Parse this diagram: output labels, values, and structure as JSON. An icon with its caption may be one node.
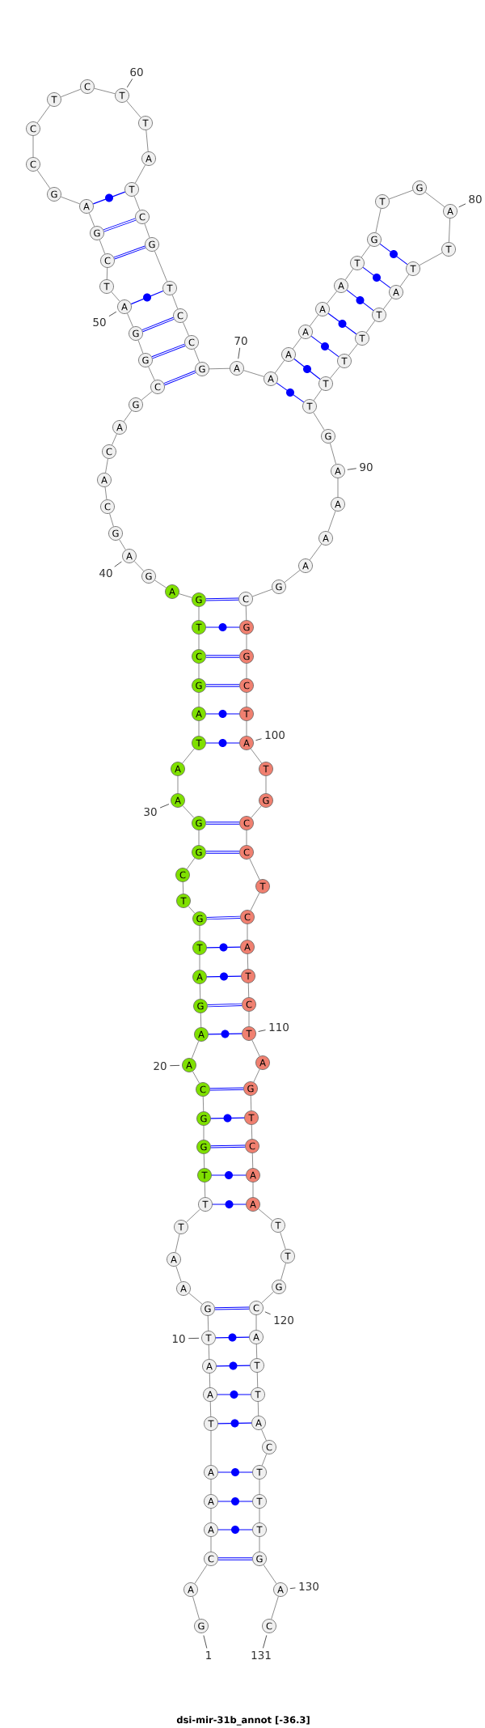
{
  "diagram": {
    "title": "dsi-mir-31b_annot [-36.3]",
    "nodes": [
      {
        "text": [
          "G"
        ]
      },
      {
        "text": [
          "A"
        ]
      },
      {
        "text": [
          "C"
        ]
      },
      {
        "text": [
          "A"
        ]
      },
      {
        "text": [
          "A"
        ]
      },
      {
        "text": [
          "A"
        ]
      },
      {
        "text": [
          "T"
        ]
      },
      {
        "text": [
          "A"
        ]
      },
      {
        "text": [
          "A"
        ]
      },
      {
        "text": [
          "T"
        ]
      },
      {
        "text": [
          "G"
        ]
      },
      {
        "text": [
          "A"
        ]
      },
      {
        "text": [
          "A"
        ]
      },
      {
        "text": [
          "T"
        ]
      },
      {
        "text": [
          "T"
        ]
      },
      {
        "text": [
          "T"
        ]
      },
      {
        "text": [
          "G"
        ]
      },
      {
        "text": [
          "G"
        ]
      },
      {
        "text": [
          "C"
        ]
      },
      {
        "text": [
          "A"
        ]
      },
      {
        "text": [
          "A"
        ]
      },
      {
        "text": [
          "G"
        ]
      },
      {
        "text": [
          "A"
        ]
      },
      {
        "text": [
          "T"
        ]
      },
      {
        "text": [
          "G"
        ]
      },
      {
        "text": [
          "T"
        ]
      },
      {
        "text": [
          "C"
        ]
      },
      {
        "text": [
          "G"
        ]
      },
      {
        "text": [
          "G"
        ]
      },
      {
        "text": [
          "A"
        ]
      },
      {
        "text": [
          "A"
        ]
      },
      {
        "text": [
          "T"
        ]
      },
      {
        "text": [
          "A"
        ]
      },
      {
        "text": [
          "G"
        ]
      },
      {
        "text": [
          "C"
        ]
      },
      {
        "text": [
          "T"
        ]
      },
      {
        "text": [
          "G"
        ]
      },
      {
        "text": [
          "A"
        ]
      },
      {
        "text": [
          "G"
        ]
      },
      {
        "text": [
          "A"
        ]
      },
      {
        "text": [
          "G"
        ]
      },
      {
        "text": [
          "C"
        ]
      },
      {
        "text": [
          "A"
        ]
      },
      {
        "text": [
          "C"
        ]
      },
      {
        "text": [
          "A"
        ]
      },
      {
        "text": [
          "G"
        ]
      },
      {
        "text": [
          "C"
        ]
      },
      {
        "text": [
          "G"
        ]
      },
      {
        "text": [
          "G"
        ]
      },
      {
        "text": [
          "A"
        ]
      },
      {
        "text": [
          "T"
        ]
      },
      {
        "text": [
          "C"
        ]
      },
      {
        "text": [
          "G"
        ]
      },
      {
        "text": [
          "A"
        ]
      },
      {
        "text": [
          "G"
        ]
      },
      {
        "text": [
          "C"
        ]
      },
      {
        "text": [
          "C"
        ]
      },
      {
        "text": [
          "T"
        ]
      },
      {
        "text": [
          "C"
        ]
      },
      {
        "text": [
          "T"
        ]
      },
      {
        "text": [
          "T"
        ]
      },
      {
        "text": [
          "A"
        ]
      },
      {
        "text": [
          "T"
        ]
      },
      {
        "text": [
          "C"
        ]
      },
      {
        "text": [
          "G"
        ]
      },
      {
        "text": [
          "T"
        ]
      },
      {
        "text": [
          "C"
        ]
      },
      {
        "text": [
          "C"
        ]
      },
      {
        "text": [
          "G"
        ]
      },
      {
        "text": [
          "A"
        ]
      },
      {
        "text": [
          "A"
        ]
      },
      {
        "text": [
          "A"
        ]
      },
      {
        "text": [
          "A"
        ]
      },
      {
        "text": [
          "A"
        ]
      },
      {
        "text": [
          "A"
        ]
      },
      {
        "text": [
          "T"
        ]
      },
      {
        "text": [
          "G"
        ]
      },
      {
        "text": [
          "T"
        ]
      },
      {
        "text": [
          "G"
        ]
      },
      {
        "text": [
          "A"
        ]
      },
      {
        "text": [
          "T"
        ]
      },
      {
        "text": [
          "T"
        ]
      },
      {
        "text": [
          "A"
        ]
      },
      {
        "text": [
          "T"
        ]
      },
      {
        "text": [
          "T"
        ]
      },
      {
        "text": [
          "T"
        ]
      },
      {
        "text": [
          "T"
        ]
      },
      {
        "text": [
          "T"
        ]
      },
      {
        "text": [
          "G"
        ]
      },
      {
        "text": [
          "A"
        ]
      },
      {
        "text": [
          "A"
        ]
      },
      {
        "text": [
          "A"
        ]
      },
      {
        "text": [
          "A"
        ]
      },
      {
        "text": [
          "G"
        ]
      },
      {
        "text": [
          "C"
        ]
      },
      {
        "text": [
          "G"
        ]
      },
      {
        "text": [
          "G"
        ]
      },
      {
        "text": [
          "C"
        ]
      },
      {
        "text": [
          "T"
        ]
      },
      {
        "text": [
          "A"
        ]
      },
      {
        "text": [
          "T"
        ]
      },
      {
        "text": [
          "G"
        ]
      },
      {
        "text": [
          "C"
        ]
      },
      {
        "text": [
          "C"
        ]
      },
      {
        "text": [
          "T"
        ]
      },
      {
        "text": [
          "C"
        ]
      },
      {
        "text": [
          "A"
        ]
      },
      {
        "text": [
          "T"
        ]
      },
      {
        "text": [
          "C"
        ]
      },
      {
        "text": [
          "T"
        ]
      },
      {
        "text": [
          "A"
        ]
      },
      {
        "text": [
          "G"
        ]
      },
      {
        "text": [
          "T"
        ]
      },
      {
        "text": [
          "C"
        ]
      },
      {
        "text": [
          "A"
        ]
      },
      {
        "text": [
          "A"
        ]
      },
      {
        "text": [
          "T"
        ]
      },
      {
        "text": [
          "T"
        ]
      },
      {
        "text": [
          "G"
        ]
      },
      {
        "text": [
          "C"
        ]
      },
      {
        "text": [
          "A"
        ]
      },
      {
        "text": [
          "T"
        ]
      },
      {
        "text": [
          "T"
        ]
      },
      {
        "text": [
          "A"
        ]
      },
      {
        "text": [
          "C"
        ]
      },
      {
        "text": [
          "T"
        ]
      },
      {
        "text": [
          "T"
        ]
      },
      {
        "text": [
          "T"
        ]
      },
      {
        "text": [
          "G"
        ]
      },
      {
        "text": [
          "A"
        ]
      },
      {
        "text": [
          "C"
        ]
      },
      {
        "text": [
          "1"
        ]
      },
      {
        "text": [
          "10"
        ]
      },
      {
        "text": [
          "20"
        ]
      },
      {
        "text": [
          "30"
        ]
      },
      {
        "text": [
          "40"
        ]
      },
      {
        "text": [
          "50"
        ]
      },
      {
        "text": [
          "60"
        ]
      },
      {
        "text": [
          "70"
        ]
      },
      {
        "text": [
          "80"
        ]
      },
      {
        "text": [
          "90"
        ]
      },
      {
        "text": [
          "100"
        ]
      },
      {
        "text": [
          "110"
        ]
      },
      {
        "text": [
          "120"
        ]
      },
      {
        "text": [
          "130"
        ]
      },
      {
        "text": [
          "131"
        ]
      }
    ],
    "edges": [
      {
        "from": 0,
        "to": 1,
        "arrow": "none"
      },
      {
        "from": 1,
        "to": 2,
        "arrow": "none"
      },
      {
        "from": 2,
        "to": 3,
        "arrow": "none"
      },
      {
        "from": 3,
        "to": 4,
        "arrow": "none"
      },
      {
        "from": 4,
        "to": 5,
        "arrow": "none"
      },
      {
        "from": 5,
        "to": 6,
        "arrow": "none"
      },
      {
        "from": 6,
        "to": 7,
        "arrow": "none"
      },
      {
        "from": 7,
        "to": 8,
        "arrow": "none"
      },
      {
        "from": 8,
        "to": 9,
        "arrow": "none"
      },
      {
        "from": 9,
        "to": 10,
        "arrow": "none"
      },
      {
        "from": 10,
        "to": 11,
        "arrow": "none"
      },
      {
        "from": 11,
        "to": 12,
        "arrow": "none"
      },
      {
        "from": 12,
        "to": 13,
        "arrow": "none"
      },
      {
        "from": 13,
        "to": 14,
        "arrow": "none"
      },
      {
        "from": 14,
        "to": 15,
        "arrow": "none"
      },
      {
        "from": 15,
        "to": 16,
        "arrow": "none"
      },
      {
        "from": 16,
        "to": 17,
        "arrow": "none"
      },
      {
        "from": 17,
        "to": 18,
        "arrow": "none"
      },
      {
        "from": 18,
        "to": 19,
        "arrow": "none"
      },
      {
        "from": 19,
        "to": 20,
        "arrow": "none"
      },
      {
        "from": 20,
        "to": 21,
        "arrow": "none"
      },
      {
        "from": 21,
        "to": 22,
        "arrow": "none"
      },
      {
        "from": 22,
        "to": 23,
        "arrow": "none"
      },
      {
        "from": 23,
        "to": 24,
        "arrow": "none"
      },
      {
        "from": 24,
        "to": 25,
        "arrow": "none"
      },
      {
        "from": 25,
        "to": 26,
        "arrow": "none"
      },
      {
        "from": 26,
        "to": 27,
        "arrow": "none"
      },
      {
        "from": 27,
        "to": 28,
        "arrow": "none"
      },
      {
        "from": 28,
        "to": 29,
        "arrow": "none"
      },
      {
        "from": 29,
        "to": 30,
        "arrow": "none"
      },
      {
        "from": 30,
        "to": 31,
        "arrow": "none"
      },
      {
        "from": 31,
        "to": 32,
        "arrow": "none"
      },
      {
        "from": 32,
        "to": 33,
        "arrow": "none"
      },
      {
        "from": 33,
        "to": 34,
        "arrow": "none"
      },
      {
        "from": 34,
        "to": 35,
        "arrow": "none"
      },
      {
        "from": 35,
        "to": 36,
        "arrow": "none"
      },
      {
        "from": 36,
        "to": 37,
        "arrow": "none"
      },
      {
        "from": 37,
        "to": 38,
        "arrow": "none"
      },
      {
        "from": 38,
        "to": 39,
        "arrow": "none"
      },
      {
        "from": 39,
        "to": 40,
        "arrow": "none"
      },
      {
        "from": 40,
        "to": 41,
        "arrow": "none"
      },
      {
        "from": 41,
        "to": 42,
        "arrow": "none"
      },
      {
        "from": 42,
        "to": 43,
        "arrow": "none"
      },
      {
        "from": 43,
        "to": 44,
        "arrow": "none"
      },
      {
        "from": 44,
        "to": 45,
        "arrow": "none"
      },
      {
        "from": 45,
        "to": 46,
        "arrow": "none"
      },
      {
        "from": 46,
        "to": 47,
        "arrow": "none"
      },
      {
        "from": 47,
        "to": 48,
        "arrow": "none"
      },
      {
        "from": 48,
        "to": 49,
        "arrow": "none"
      },
      {
        "from": 49,
        "to": 50,
        "arrow": "none"
      },
      {
        "from": 50,
        "to": 51,
        "arrow": "none"
      },
      {
        "from": 51,
        "to": 52,
        "arrow": "none"
      },
      {
        "from": 52,
        "to": 53,
        "arrow": "none"
      },
      {
        "from": 53,
        "to": 54,
        "arrow": "none"
      },
      {
        "from": 54,
        "to": 55,
        "arrow": "none"
      },
      {
        "from": 55,
        "to": 56,
        "arrow": "none"
      },
      {
        "from": 56,
        "to": 57,
        "arrow": "none"
      },
      {
        "from": 57,
        "to": 58,
        "arrow": "none"
      },
      {
        "from": 58,
        "to": 59,
        "arrow": "none"
      },
      {
        "from": 59,
        "to": 60,
        "arrow": "none"
      },
      {
        "from": 60,
        "to": 61,
        "arrow": "none"
      },
      {
        "from": 61,
        "to": 62,
        "arrow": "none"
      },
      {
        "from": 62,
        "to": 63,
        "arrow": "none"
      },
      {
        "from": 63,
        "to": 64,
        "arrow": "none"
      },
      {
        "from": 64,
        "to": 65,
        "arrow": "none"
      },
      {
        "from": 65,
        "to": 66,
        "arrow": "none"
      },
      {
        "from": 66,
        "to": 67,
        "arrow": "none"
      },
      {
        "from": 67,
        "to": 68,
        "arrow": "none"
      },
      {
        "from": 68,
        "to": 69,
        "arrow": "none"
      },
      {
        "from": 69,
        "to": 70,
        "arrow": "none"
      },
      {
        "from": 70,
        "to": 71,
        "arrow": "none"
      },
      {
        "from": 71,
        "to": 72,
        "arrow": "none"
      },
      {
        "from": 72,
        "to": 73,
        "arrow": "none"
      },
      {
        "from": 73,
        "to": 74,
        "arrow": "none"
      },
      {
        "from": 74,
        "to": 75,
        "arrow": "none"
      },
      {
        "from": 75,
        "to": 76,
        "arrow": "none"
      },
      {
        "from": 76,
        "to": 77,
        "arrow": "none"
      },
      {
        "from": 77,
        "to": 78,
        "arrow": "none"
      },
      {
        "from": 78,
        "to": 79,
        "arrow": "none"
      },
      {
        "from": 79,
        "to": 80,
        "arrow": "none"
      },
      {
        "from": 80,
        "to": 81,
        "arrow": "none"
      },
      {
        "from": 81,
        "to": 82,
        "arrow": "none"
      },
      {
        "from": 82,
        "to": 83,
        "arrow": "none"
      },
      {
        "from": 83,
        "to": 84,
        "arrow": "none"
      },
      {
        "from": 84,
        "to": 85,
        "arrow": "none"
      },
      {
        "from": 85,
        "to": 86,
        "arrow": "none"
      },
      {
        "from": 86,
        "to": 87,
        "arrow": "none"
      },
      {
        "from": 87,
        "to": 88,
        "arrow": "none"
      },
      {
        "from": 88,
        "to": 89,
        "arrow": "none"
      },
      {
        "from": 89,
        "to": 90,
        "arrow": "none"
      },
      {
        "from": 90,
        "to": 91,
        "arrow": "none"
      },
      {
        "from": 91,
        "to": 92,
        "arrow": "none"
      },
      {
        "from": 92,
        "to": 93,
        "arrow": "none"
      },
      {
        "from": 93,
        "to": 94,
        "arrow": "none"
      },
      {
        "from": 94,
        "to": 95,
        "arrow": "none"
      },
      {
        "from": 95,
        "to": 96,
        "arrow": "none"
      },
      {
        "from": 96,
        "to": 97,
        "arrow": "none"
      },
      {
        "from": 97,
        "to": 98,
        "arrow": "none"
      },
      {
        "from": 98,
        "to": 99,
        "arrow": "none"
      },
      {
        "from": 99,
        "to": 100,
        "arrow": "none"
      },
      {
        "from": 100,
        "to": 101,
        "arrow": "none"
      },
      {
        "from": 101,
        "to": 102,
        "arrow": "none"
      },
      {
        "from": 102,
        "to": 103,
        "arrow": "none"
      },
      {
        "from": 103,
        "to": 104,
        "arrow": "none"
      },
      {
        "from": 104,
        "to": 105,
        "arrow": "none"
      },
      {
        "from": 105,
        "to": 106,
        "arrow": "none"
      },
      {
        "from": 106,
        "to": 107,
        "arrow": "none"
      },
      {
        "from": 107,
        "to": 108,
        "arrow": "none"
      },
      {
        "from": 108,
        "to": 109,
        "arrow": "none"
      },
      {
        "from": 109,
        "to": 110,
        "arrow": "none"
      },
      {
        "from": 110,
        "to": 111,
        "arrow": "none"
      },
      {
        "from": 111,
        "to": 112,
        "arrow": "none"
      },
      {
        "from": 112,
        "to": 113,
        "arrow": "none"
      },
      {
        "from": 113,
        "to": 114,
        "arrow": "none"
      },
      {
        "from": 114,
        "to": 115,
        "arrow": "none"
      },
      {
        "from": 115,
        "to": 116,
        "arrow": "none"
      },
      {
        "from": 116,
        "to": 117,
        "arrow": "none"
      },
      {
        "from": 117,
        "to": 118,
        "arrow": "none"
      },
      {
        "from": 118,
        "to": 119,
        "arrow": "none"
      },
      {
        "from": 119,
        "to": 120,
        "arrow": "none"
      },
      {
        "from": 120,
        "to": 121,
        "arrow": "none"
      },
      {
        "from": 121,
        "to": 122,
        "arrow": "none"
      },
      {
        "from": 122,
        "to": 123,
        "arrow": "none"
      },
      {
        "from": 123,
        "to": 124,
        "arrow": "none"
      },
      {
        "from": 124,
        "to": 125,
        "arrow": "none"
      },
      {
        "from": 125,
        "to": 126,
        "arrow": "none"
      },
      {
        "from": 126,
        "to": 127,
        "arrow": "none"
      },
      {
        "from": 127,
        "to": 128,
        "arrow": "none"
      },
      {
        "from": 128,
        "to": 129,
        "arrow": "none"
      },
      {
        "from": 129,
        "to": 130,
        "arrow": "none"
      },
      {
        "from": 2,
        "to": 128,
        "arrow": "none",
        "color": "#0000ff"
      },
      {
        "from": 3,
        "to": 127,
        "arrow": "none",
        "color": "#0000ff"
      },
      {
        "from": 4,
        "to": 126,
        "arrow": "none",
        "color": "#0000ff"
      },
      {
        "from": 5,
        "to": 125,
        "arrow": "none",
        "color": "#0000ff"
      },
      {
        "from": 6,
        "to": 123,
        "arrow": "none",
        "color": "#0000ff"
      },
      {
        "from": 7,
        "to": 122,
        "arrow": "none",
        "color": "#0000ff"
      },
      {
        "from": 8,
        "to": 121,
        "arrow": "none",
        "color": "#0000ff"
      },
      {
        "from": 9,
        "to": 120,
        "arrow": "none",
        "color": "#0000ff"
      },
      {
        "from": 10,
        "to": 119,
        "arrow": "none",
        "color": "#0000ff"
      },
      {
        "from": 14,
        "to": 115,
        "arrow": "none",
        "color": "#0000ff"
      },
      {
        "from": 15,
        "to": 114,
        "arrow": "none",
        "color": "#0000ff"
      },
      {
        "from": 16,
        "to": 113,
        "arrow": "none",
        "color": "#0000ff"
      },
      {
        "from": 17,
        "to": 112,
        "arrow": "none",
        "color": "#0000ff"
      },
      {
        "from": 18,
        "to": 111,
        "arrow": "none",
        "color": "#0000ff"
      },
      {
        "from": 20,
        "to": 109,
        "arrow": "none",
        "color": "#0000ff"
      },
      {
        "from": 21,
        "to": 108,
        "arrow": "none",
        "color": "#0000ff"
      },
      {
        "from": 22,
        "to": 107,
        "arrow": "none",
        "color": "#0000ff"
      },
      {
        "from": 23,
        "to": 106,
        "arrow": "none",
        "color": "#0000ff"
      },
      {
        "from": 24,
        "to": 105,
        "arrow": "none",
        "color": "#0000ff"
      },
      {
        "from": 27,
        "to": 103,
        "arrow": "none",
        "color": "#0000ff"
      },
      {
        "from": 28,
        "to": 102,
        "arrow": "none",
        "color": "#0000ff"
      },
      {
        "from": 31,
        "to": 99,
        "arrow": "none",
        "color": "#0000ff"
      },
      {
        "from": 32,
        "to": 98,
        "arrow": "none",
        "color": "#0000ff"
      },
      {
        "from": 33,
        "to": 97,
        "arrow": "none",
        "color": "#0000ff"
      },
      {
        "from": 34,
        "to": 96,
        "arrow": "none",
        "color": "#0000ff"
      },
      {
        "from": 35,
        "to": 95,
        "arrow": "none",
        "color": "#0000ff"
      },
      {
        "from": 36,
        "to": 94,
        "arrow": "none",
        "color": "#0000ff"
      },
      {
        "from": 46,
        "to": 68,
        "arrow": "none",
        "color": "#0000ff"
      },
      {
        "from": 47,
        "to": 67,
        "arrow": "none",
        "color": "#0000ff"
      },
      {
        "from": 48,
        "to": 66,
        "arrow": "none",
        "color": "#0000ff"
      },
      {
        "from": 49,
        "to": 65,
        "arrow": "none",
        "color": "#0000ff"
      },
      {
        "from": 51,
        "to": 64,
        "arrow": "none",
        "color": "#0000ff"
      },
      {
        "from": 52,
        "to": 63,
        "arrow": "none",
        "color": "#0000ff"
      },
      {
        "from": 53,
        "to": 62,
        "arrow": "none",
        "color": "#0000ff"
      },
      {
        "from": 70,
        "to": 87,
        "arrow": "none",
        "color": "#0000ff"
      },
      {
        "from": 71,
        "to": 86,
        "arrow": "none",
        "color": "#0000ff"
      },
      {
        "from": 72,
        "to": 85,
        "arrow": "none",
        "color": "#0000ff"
      },
      {
        "from": 73,
        "to": 84,
        "arrow": "none",
        "color": "#0000ff"
      },
      {
        "from": 74,
        "to": 83,
        "arrow": "none",
        "color": "#0000ff"
      },
      {
        "from": 75,
        "to": 82,
        "arrow": "none",
        "color": "#0000ff"
      },
      {
        "from": 76,
        "to": 81,
        "arrow": "none",
        "color": "#0000ff"
      },
      {
        "from": 131,
        "to": 0,
        "arrow": "none",
        "color": "#404040"
      },
      {
        "from": 132,
        "to": 9,
        "arrow": "none",
        "color": "#404040"
      },
      {
        "from": 133,
        "to": 19,
        "arrow": "none",
        "color": "#404040"
      },
      {
        "from": 134,
        "to": 29,
        "arrow": "none",
        "color": "#404040"
      },
      {
        "from": 135,
        "to": 39,
        "arrow": "none",
        "color": "#404040"
      },
      {
        "from": 136,
        "to": 49,
        "arrow": "none",
        "color": "#404040"
      },
      {
        "from": 137,
        "to": 59,
        "arrow": "none",
        "color": "#404040"
      },
      {
        "from": 138,
        "to": 69,
        "arrow": "none",
        "color": "#404040"
      },
      {
        "from": 139,
        "to": 79,
        "arrow": "none",
        "color": "#404040"
      },
      {
        "from": 140,
        "to": 89,
        "arrow": "none",
        "color": "#404040"
      },
      {
        "from": 141,
        "to": 99,
        "arrow": "none",
        "color": "#404040"
      },
      {
        "from": 142,
        "to": 109,
        "arrow": "none",
        "color": "#404040"
      },
      {
        "from": 143,
        "to": 119,
        "arrow": "none",
        "color": "#404040"
      },
      {
        "from": 144,
        "to": 129,
        "arrow": "none",
        "color": "#404040"
      },
      {
        "from": 145,
        "to": 130,
        "arrow": "none",
        "color": "#404040"
      }
    ]
  }
}
